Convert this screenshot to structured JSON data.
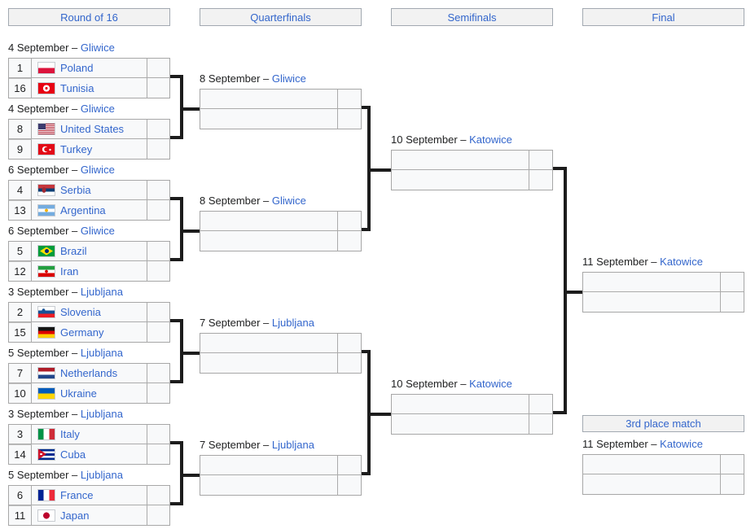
{
  "colors": {
    "link_blue": "#3366cc",
    "text_black": "#202122",
    "box_background": "#f8f9fa",
    "box_border": "#aaaaaa",
    "header_background": "#f2f2f2",
    "connector_black": "#1c1c1c"
  },
  "headers": [
    {
      "label": "Round of 16"
    },
    {
      "label": "Quarterfinals"
    },
    {
      "label": "Semifinals"
    },
    {
      "label": "Final"
    }
  ],
  "third_place_header": "3rd place match",
  "r16": [
    {
      "date_label": "4 September –",
      "venue": "Gliwice",
      "teams": [
        {
          "seed": "1",
          "name": "Poland",
          "flag": "pl"
        },
        {
          "seed": "16",
          "name": "Tunisia",
          "flag": "tn"
        }
      ]
    },
    {
      "date_label": "4 September –",
      "venue": "Gliwice",
      "teams": [
        {
          "seed": "8",
          "name": "United States",
          "flag": "us"
        },
        {
          "seed": "9",
          "name": "Turkey",
          "flag": "tr"
        }
      ]
    },
    {
      "date_label": "6 September –",
      "venue": "Gliwice",
      "teams": [
        {
          "seed": "4",
          "name": "Serbia",
          "flag": "rs"
        },
        {
          "seed": "13",
          "name": "Argentina",
          "flag": "ar"
        }
      ]
    },
    {
      "date_label": "6 September –",
      "venue": "Gliwice",
      "teams": [
        {
          "seed": "5",
          "name": "Brazil",
          "flag": "br"
        },
        {
          "seed": "12",
          "name": "Iran",
          "flag": "ir"
        }
      ]
    },
    {
      "date_label": "3 September –",
      "venue": "Ljubljana",
      "teams": [
        {
          "seed": "2",
          "name": "Slovenia",
          "flag": "si"
        },
        {
          "seed": "15",
          "name": "Germany",
          "flag": "de"
        }
      ]
    },
    {
      "date_label": "5 September –",
      "venue": "Ljubljana",
      "teams": [
        {
          "seed": "7",
          "name": "Netherlands",
          "flag": "nl"
        },
        {
          "seed": "10",
          "name": "Ukraine",
          "flag": "ua"
        }
      ]
    },
    {
      "date_label": "3 September –",
      "venue": "Ljubljana",
      "teams": [
        {
          "seed": "3",
          "name": "Italy",
          "flag": "it"
        },
        {
          "seed": "14",
          "name": "Cuba",
          "flag": "cu"
        }
      ]
    },
    {
      "date_label": "5 September –",
      "venue": "Ljubljana",
      "teams": [
        {
          "seed": "6",
          "name": "France",
          "flag": "fr"
        },
        {
          "seed": "11",
          "name": "Japan",
          "flag": "jp"
        }
      ]
    }
  ],
  "quarterfinals": [
    {
      "date_label": "8 September –",
      "venue": "Gliwice"
    },
    {
      "date_label": "8 September –",
      "venue": "Gliwice"
    },
    {
      "date_label": "7 September –",
      "venue": "Ljubljana"
    },
    {
      "date_label": "7 September –",
      "venue": "Ljubljana"
    }
  ],
  "semifinals": [
    {
      "date_label": "10 September –",
      "venue": "Katowice"
    },
    {
      "date_label": "10 September –",
      "venue": "Katowice"
    }
  ],
  "final": {
    "date_label": "11 September –",
    "venue": "Katowice"
  },
  "third_place": {
    "date_label": "11 September –",
    "venue": "Katowice"
  }
}
